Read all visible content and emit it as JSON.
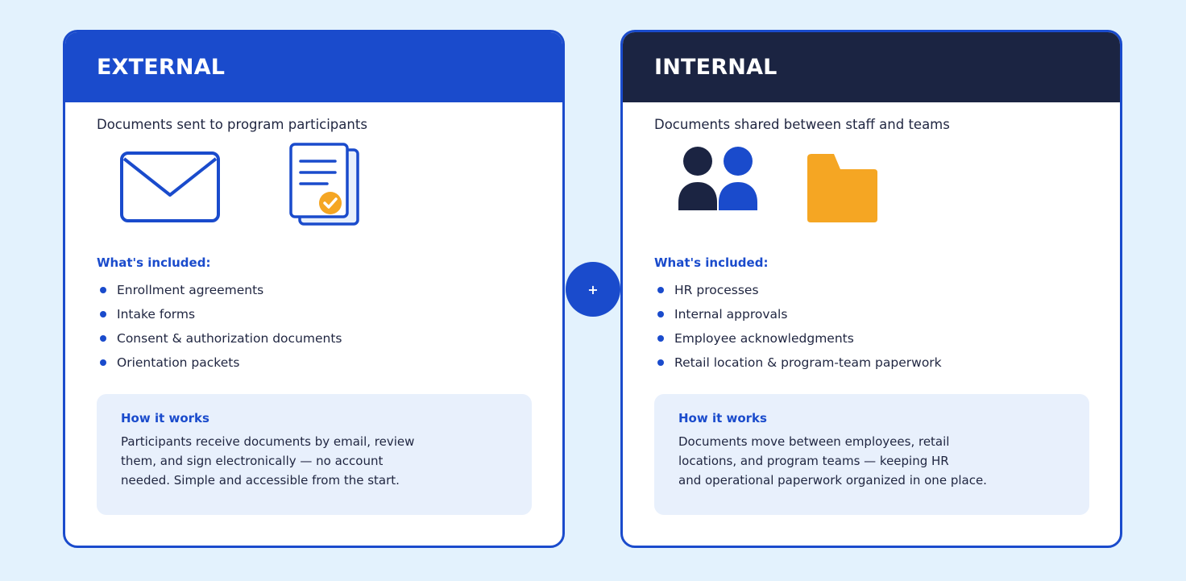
{
  "connector": {
    "symbol": "+"
  },
  "external": {
    "title": "EXTERNAL",
    "subtitle": "Documents sent to program participants",
    "icons": [
      "envelope-icon",
      "signed-document-icon"
    ],
    "included_title": "What's included:",
    "items": [
      "Enrollment agreements",
      "Intake forms",
      "Consent & authorization documents",
      "Orientation packets"
    ],
    "how_title": "How it works",
    "how_text": "Participants receive documents by email, review\nthem, and sign electronically — no account\nneeded. Simple and accessible from the start."
  },
  "internal": {
    "title": "INTERNAL",
    "subtitle": "Documents shared between staff and teams",
    "icons": [
      "team-icon",
      "folder-icon"
    ],
    "included_title": "What's included:",
    "items": [
      "HR processes",
      "Internal approvals",
      "Employee acknowledgments",
      "Retail location & program-team paperwork"
    ],
    "how_title": "How it works",
    "how_text": "Documents move between employees, retail\nlocations, and program teams — keeping HR\nand operational paperwork organized in one place."
  },
  "colors": {
    "brand_blue": "#1a4bcc",
    "navy": "#1b2442",
    "accent_orange": "#f5a623",
    "page_background": "#e3f2fd",
    "box_background": "#e8f0fc"
  }
}
